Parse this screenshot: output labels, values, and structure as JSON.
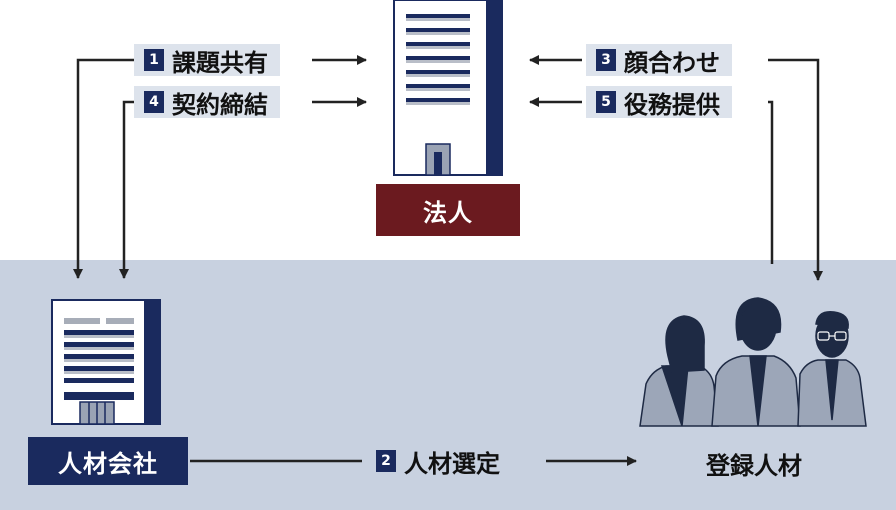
{
  "nodes": {
    "corporation": "法人",
    "agency": "人材会社",
    "talent": "登録人材"
  },
  "steps": [
    {
      "num": "1",
      "label": "課題共有"
    },
    {
      "num": "2",
      "label": "人材選定"
    },
    {
      "num": "3",
      "label": "顔合わせ"
    },
    {
      "num": "4",
      "label": "契約締結"
    },
    {
      "num": "5",
      "label": "役務提供"
    }
  ],
  "colors": {
    "navy": "#1a2a5e",
    "maroon": "#6b1a1f",
    "band": "#c8d1e0",
    "label_bg": "#dde3ec"
  },
  "icons": [
    "corporate-building-icon",
    "agency-building-icon",
    "people-group-icon"
  ]
}
